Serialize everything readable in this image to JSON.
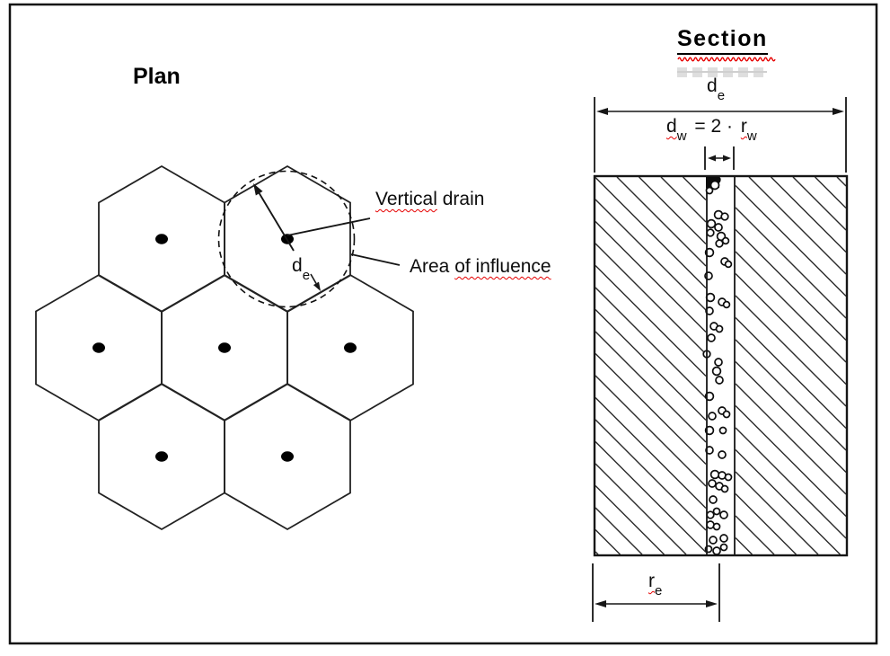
{
  "figure": {
    "plan": {
      "title": "Plan",
      "vertical_drain_label": {
        "word1": "Vertical",
        "word2": "drain"
      },
      "area_of_influence_label": {
        "word1": "Area",
        "word2": "of influence"
      },
      "de_label": {
        "base": "d",
        "sub": "e"
      }
    },
    "section": {
      "title": "Section",
      "de_label": {
        "base": "d",
        "sub": "e"
      },
      "dw_equation": {
        "lhs_base": "d",
        "lhs_sub": "w",
        "operator": "= 2 ·",
        "rhs_base": "r",
        "rhs_sub": "w"
      },
      "re_label": {
        "base": "r",
        "sub": "e"
      }
    },
    "colors": {
      "ink": "#161616",
      "spellcheck_squiggle": "#e60000",
      "obscured_text_gray": "#d9d9d9"
    }
  }
}
